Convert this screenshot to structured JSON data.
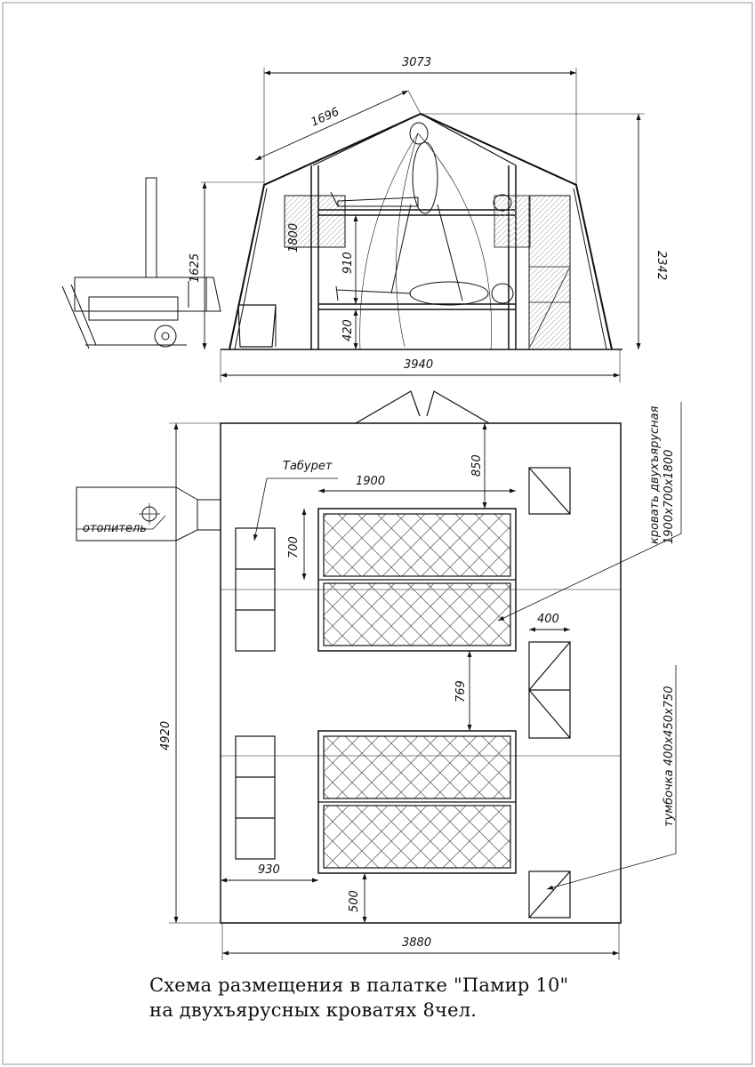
{
  "section": {
    "dims": {
      "tent_top_width": "3073",
      "roof_slope": "1696",
      "tent_height": "2342",
      "heater_height": "1625",
      "cabinet_height": "1800",
      "bunk_gap": "910",
      "bottom_bunk_height": "420",
      "floor_width": "3940"
    }
  },
  "plan": {
    "labels": {
      "stool": "Табурет",
      "heater": "отопитель",
      "bunk_bed": "кровать двухъярусная",
      "bunk_bed_size": "1900х700х1800",
      "nightstand": "тумбочка 400х450х750"
    },
    "dims": {
      "bed_length": "1900",
      "entrance_to_bed": "850",
      "bed_width": "700",
      "nightstand_width": "400",
      "between_beds": "769",
      "tent_length": "4920",
      "stool_to_bed": "930",
      "bed_to_wall": "500",
      "tent_width": "3880"
    }
  },
  "caption": {
    "line1": "Схема размещения в палатке \"Памир 10\"",
    "line2": "на двухъярусных кроватях 8чел."
  }
}
